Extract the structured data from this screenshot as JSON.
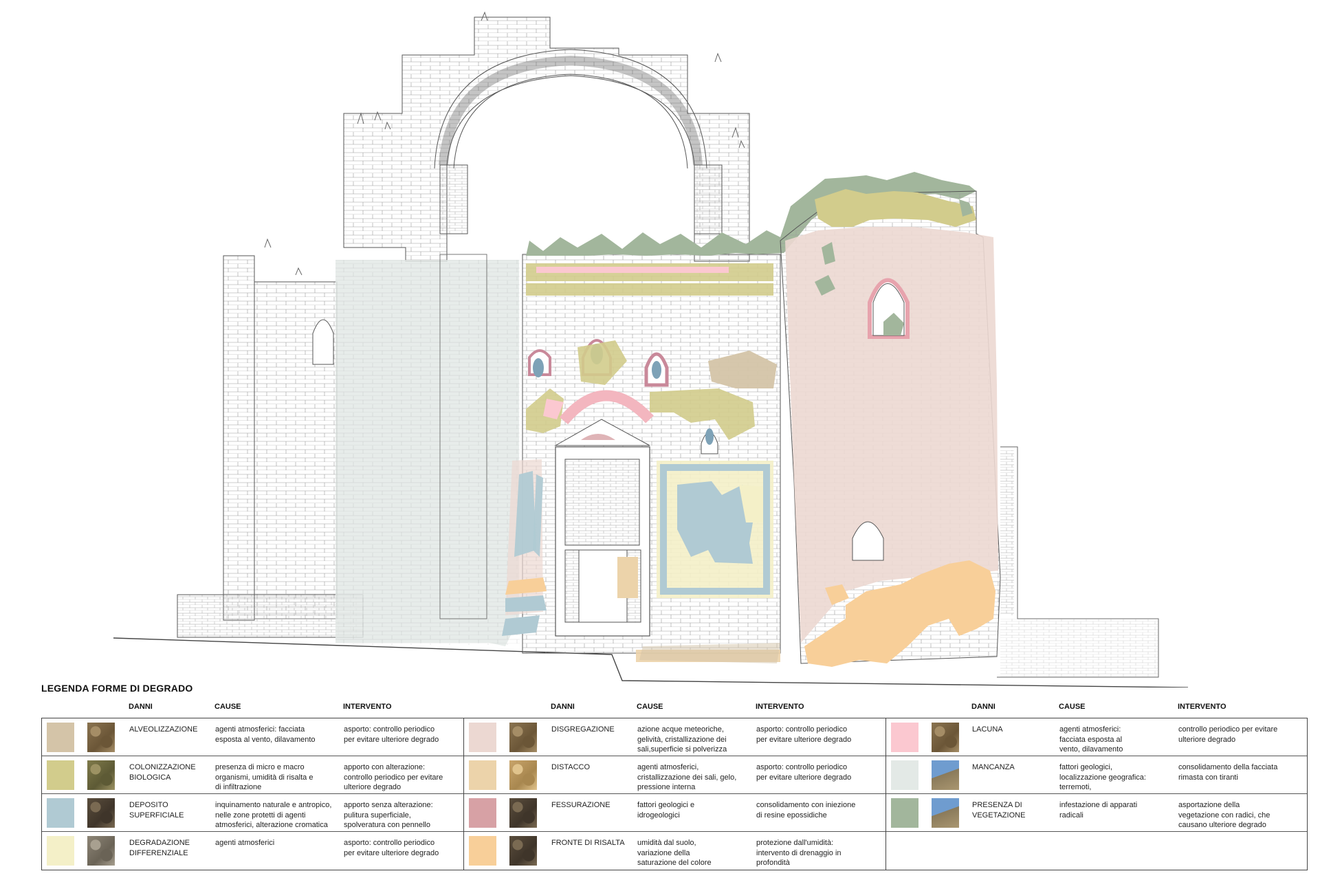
{
  "legend": {
    "title": "LEGENDA FORME DI DEGRADO",
    "headers": {
      "danni": "DANNI",
      "cause": "CAUSE",
      "intervento": "INTERVENTO"
    },
    "columns": [
      {
        "rows": [
          {
            "danno": "ALVEOLIZZAZIONE",
            "cause": "agenti atmosferici: facciata\nesposta al vento, dilavamento",
            "intervento": "asporto: controllo periodico\nper evitare ulteriore degrado",
            "color": "#d4c4a8",
            "photo": "stone-texture-brown"
          },
          {
            "danno": "COLONIZZAZIONE\nBIOLOGICA",
            "cause": "presenza di micro e macro\norganismi, umidità di risalta e\ndi infiltrazione",
            "intervento": "apporto con alterazione:\ncontrollo periodico per evitare\nulteriore degrado",
            "color": "#d2cc8c",
            "photo": "stone-texture-moss"
          },
          {
            "danno": "DEPOSITO\nSUPERFICIALE",
            "cause": "inquinamento naturale e antropico,\nnelle zone protetti di agenti\natmosferici, alterazione cromatica",
            "intervento": "apporto senza alterazione:\npulitura superficiale,\nspolveratura con pennello",
            "color": "#b0cad3",
            "photo": "stone-texture-dark"
          },
          {
            "danno": "DEGRADAZIONE\nDIFFERENZIALE",
            "cause": "agenti atmosferici",
            "intervento": "asporto: controllo periodico\nper evitare ulteriore degrado",
            "color": "#f4f0c8",
            "photo": "stone-texture-grey"
          }
        ]
      },
      {
        "rows": [
          {
            "danno": "DISGREGAZIONE",
            "cause": "azione acque meteoriche,\ngelività, cristallizazione dei\nsali,superficie si polverizza",
            "intervento": "asporto: controllo periodico\nper evitare ulteriore degrado",
            "color": "#ecd8d2",
            "photo": "stone-texture-brown"
          },
          {
            "danno": "DISTACCO",
            "cause": "agenti atmosferici,\ncristallizzazione dei sali, gelo,\npressione interna",
            "intervento": "asporto: controllo periodico\nper evitare ulteriore degrado",
            "color": "#ecd3aa",
            "photo": "stone-texture-sand"
          },
          {
            "danno": "FESSURAZIONE",
            "cause": "fattori geologici e\nidrogeologici",
            "intervento": "consolidamento con iniezione\ndi resine epossidiche",
            "color": "#d7a1a5",
            "photo": "stone-texture-dark"
          },
          {
            "danno": "FRONTE DI RISALTA",
            "cause": "umidità dal suolo,\nvariazione della\nsaturazione del colore",
            "intervento": "protezione dall'umidità:\nintervento di drenaggio in\nprofondità",
            "color": "#f8cf99",
            "photo": "stone-texture-dark"
          }
        ]
      },
      {
        "rows": [
          {
            "danno": "LACUNA",
            "cause": "agenti atmosferici:\nfacciata esposta al\nvento, dilavamento",
            "intervento": "controllo periodico per evitare\nulteriore degrado",
            "color": "#fbc8d0",
            "photo": "stone-texture-brown"
          },
          {
            "danno": "MANCANZA",
            "cause": "fattori geologici,\nlocalizzazione geografica:\nterremoti,",
            "intervento": "consolidamento della facciata\nrimasta con tiranti",
            "color": "#e3e9e6",
            "photo": "stone-texture-sky"
          },
          {
            "danno": "PRESENZA DI\nVEGETAZIONE",
            "cause": "infestazione di apparati\nradicali",
            "intervento": "asportazione della\nvegetazione con radici, che\ncausano ulteriore degrado",
            "color": "#a2b69c",
            "photo": "stone-texture-sky"
          }
        ]
      }
    ]
  },
  "drawing": {
    "colors": {
      "alveolizzazione": "#d4c4a8",
      "colonizzazione": "#d2cc8c",
      "deposito": "#b0cad3",
      "degradazione": "#f4f0c8",
      "disgregazione": "#ecd8d2",
      "distacco": "#ecd3aa",
      "fessurazione": "#d7a1a5",
      "risalita": "#f8cf99",
      "lacuna": "#fbc8d0",
      "mancanza": "#e3e9e6",
      "vegetazione": "#a2b69c",
      "line": "#555555"
    }
  }
}
